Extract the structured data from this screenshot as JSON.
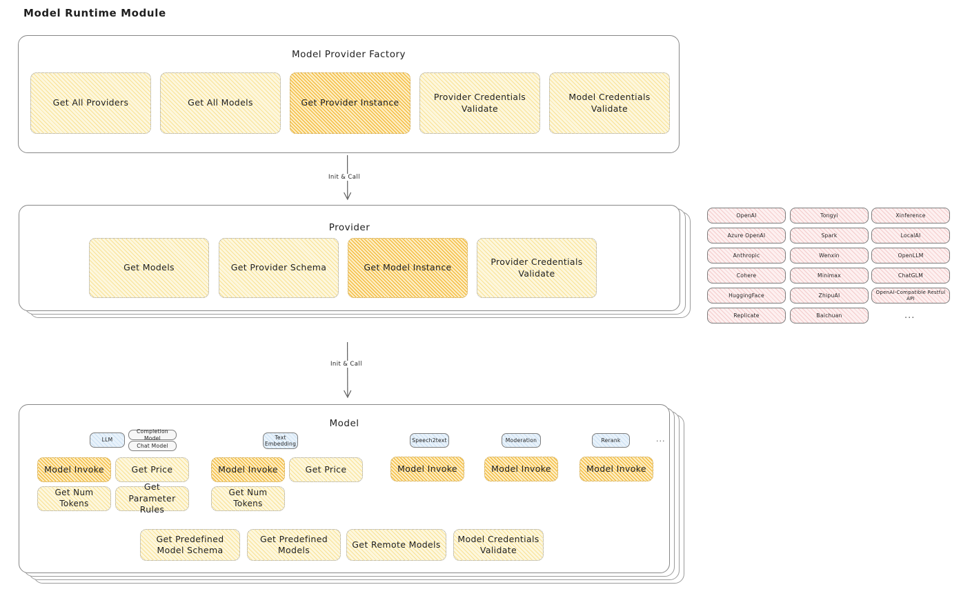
{
  "page": {
    "title": "Model Runtime Module"
  },
  "factory": {
    "title": "Model Provider Factory",
    "nodes": [
      {
        "label": "Get All Providers",
        "highlight": false
      },
      {
        "label": "Get All Models",
        "highlight": false
      },
      {
        "label": "Get Provider Instance",
        "highlight": true
      },
      {
        "label": "Provider Credentials Validate",
        "highlight": false
      },
      {
        "label": "Model Credentials Validate",
        "highlight": false
      }
    ]
  },
  "arrow1": {
    "label": "Init & Call"
  },
  "provider": {
    "title": "Provider",
    "nodes": [
      {
        "label": "Get Models",
        "highlight": false
      },
      {
        "label": "Get Provider Schema",
        "highlight": false
      },
      {
        "label": "Get Model Instance",
        "highlight": true
      },
      {
        "label": "Provider Credentials Validate",
        "highlight": false
      }
    ]
  },
  "arrow2": {
    "label": "Init & Call"
  },
  "provider_list": {
    "columns": [
      {
        "items": [
          "OpenAI",
          "Azure OpenAI",
          "Anthropic",
          "Cohere",
          "HuggingFace",
          "Replicate"
        ]
      },
      {
        "items": [
          "Tongyi",
          "Spark",
          "Wenxin",
          "Minimax",
          "ZhipuAI",
          "Baichuan"
        ]
      },
      {
        "items": [
          "Xinference",
          "LocalAI",
          "OpenLLM",
          "ChatGLM",
          "OpenAI-Compatible Restful API"
        ]
      }
    ],
    "more": "..."
  },
  "model": {
    "title": "Model",
    "more": "...",
    "types": [
      {
        "badge": "LLM",
        "subbadges": [
          "Completion Model",
          "Chat Model"
        ],
        "methods": [
          "Model Invoke",
          "Get Price",
          "Get Num Tokens",
          "Get Parameter Rules"
        ]
      },
      {
        "badge": "Text Embedding",
        "subbadges": [],
        "methods": [
          "Model Invoke",
          "Get Price",
          "Get Num Tokens"
        ]
      },
      {
        "badge": "Speech2text",
        "subbadges": [],
        "methods": [
          "Model Invoke"
        ]
      },
      {
        "badge": "Moderation",
        "subbadges": [],
        "methods": [
          "Model Invoke"
        ]
      },
      {
        "badge": "Rerank",
        "subbadges": [],
        "methods": [
          "Model Invoke"
        ]
      }
    ],
    "common": [
      "Get Predefined Model Schema",
      "Get Predefined Models",
      "Get Remote Models",
      "Model Credentials Validate"
    ]
  }
}
